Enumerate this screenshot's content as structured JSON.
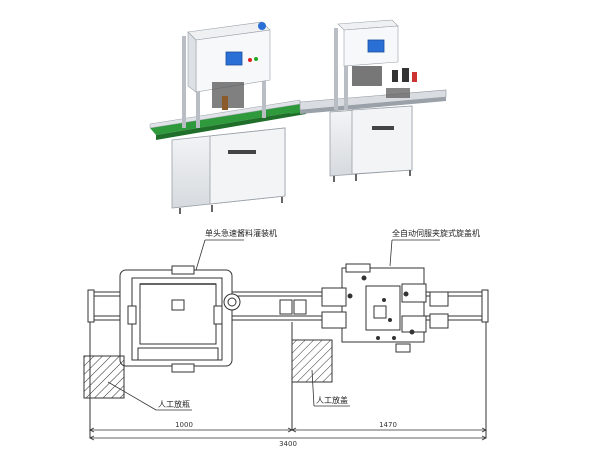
{
  "labels": {
    "filler": "单头急速酱料灌装机",
    "capper": "全自动伺服夹旋式旋盖机",
    "manual_bottle": "人工放瓶",
    "manual_cap": "人工放盖"
  },
  "dimensions": {
    "left_span": "1000",
    "right_span": "1470",
    "total_span": "3400"
  },
  "colors": {
    "conveyor_green": "#2e9a3c",
    "panel_blue": "#2a6fd6",
    "frame_gray": "#c8ccd2",
    "line": "#333333"
  }
}
